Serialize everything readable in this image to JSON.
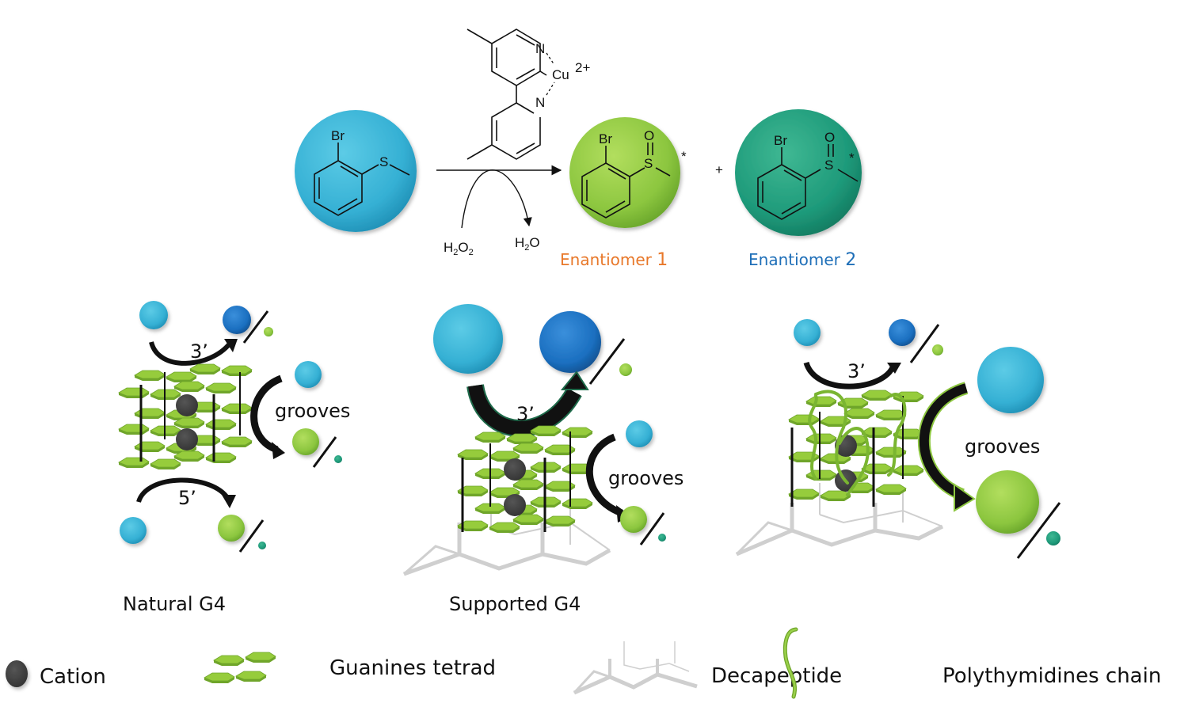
{
  "reaction": {
    "catalyst": {
      "metal_label": "Cu",
      "charge_label": "2+",
      "n_top_label": "N",
      "n_bottom_label": "N"
    },
    "substrate": {
      "br_label": "Br",
      "s_label": "S"
    },
    "reagent_in": {
      "main": "H",
      "sub1": "2",
      "mid": "O",
      "sub2": "2"
    },
    "reagent_out": {
      "main": "H",
      "sub1": "2",
      "mid": "O"
    },
    "plus_label": "+",
    "products": [
      {
        "name_prefix": "Enantiomer ",
        "name_number": "1",
        "br_label": "Br",
        "s_label": "S",
        "o_label": "O",
        "stereo_mark": "*",
        "label_color": "#e8782a",
        "ball_color": "#8cc63f"
      },
      {
        "name_prefix": "Enantiomer ",
        "name_number": "2",
        "br_label": "Br",
        "s_label": "S",
        "o_label": "O",
        "stereo_mark": "*",
        "label_color": "#1f6fb8",
        "ball_color": "#1e9a7a"
      }
    ],
    "substrate_color": "#3ab4d6"
  },
  "panels": [
    {
      "title": "Natural G4",
      "top_arrow_label": "3’",
      "groove_label": "grooves",
      "bottom_arrow_label": "5’"
    },
    {
      "title": "Supported G4",
      "top_arrow_label": "3’",
      "groove_label": "grooves"
    },
    {
      "title": "",
      "top_arrow_label": "3’",
      "groove_label": "grooves"
    }
  ],
  "legend": [
    {
      "icon": "cation-icon",
      "label": "Cation"
    },
    {
      "icon": "guanine-tetrad-icon",
      "label": "Guanines tetrad"
    },
    {
      "icon": "decapeptide-icon",
      "label": "Decapeptide"
    },
    {
      "icon": "polythymidine-chain-icon",
      "label": "Polythymidines chain"
    }
  ],
  "colors": {
    "substrate_ball": "#3ab4d6",
    "enantiomer1_ball": "#8cc63f",
    "enantiomer2_ball": "#1e9a7a",
    "dark_blue_ball": "#1b6fc0",
    "cation": "#3d3d3d",
    "tetrad": "#96cc3c",
    "decapeptide": "#c9c9c9"
  }
}
